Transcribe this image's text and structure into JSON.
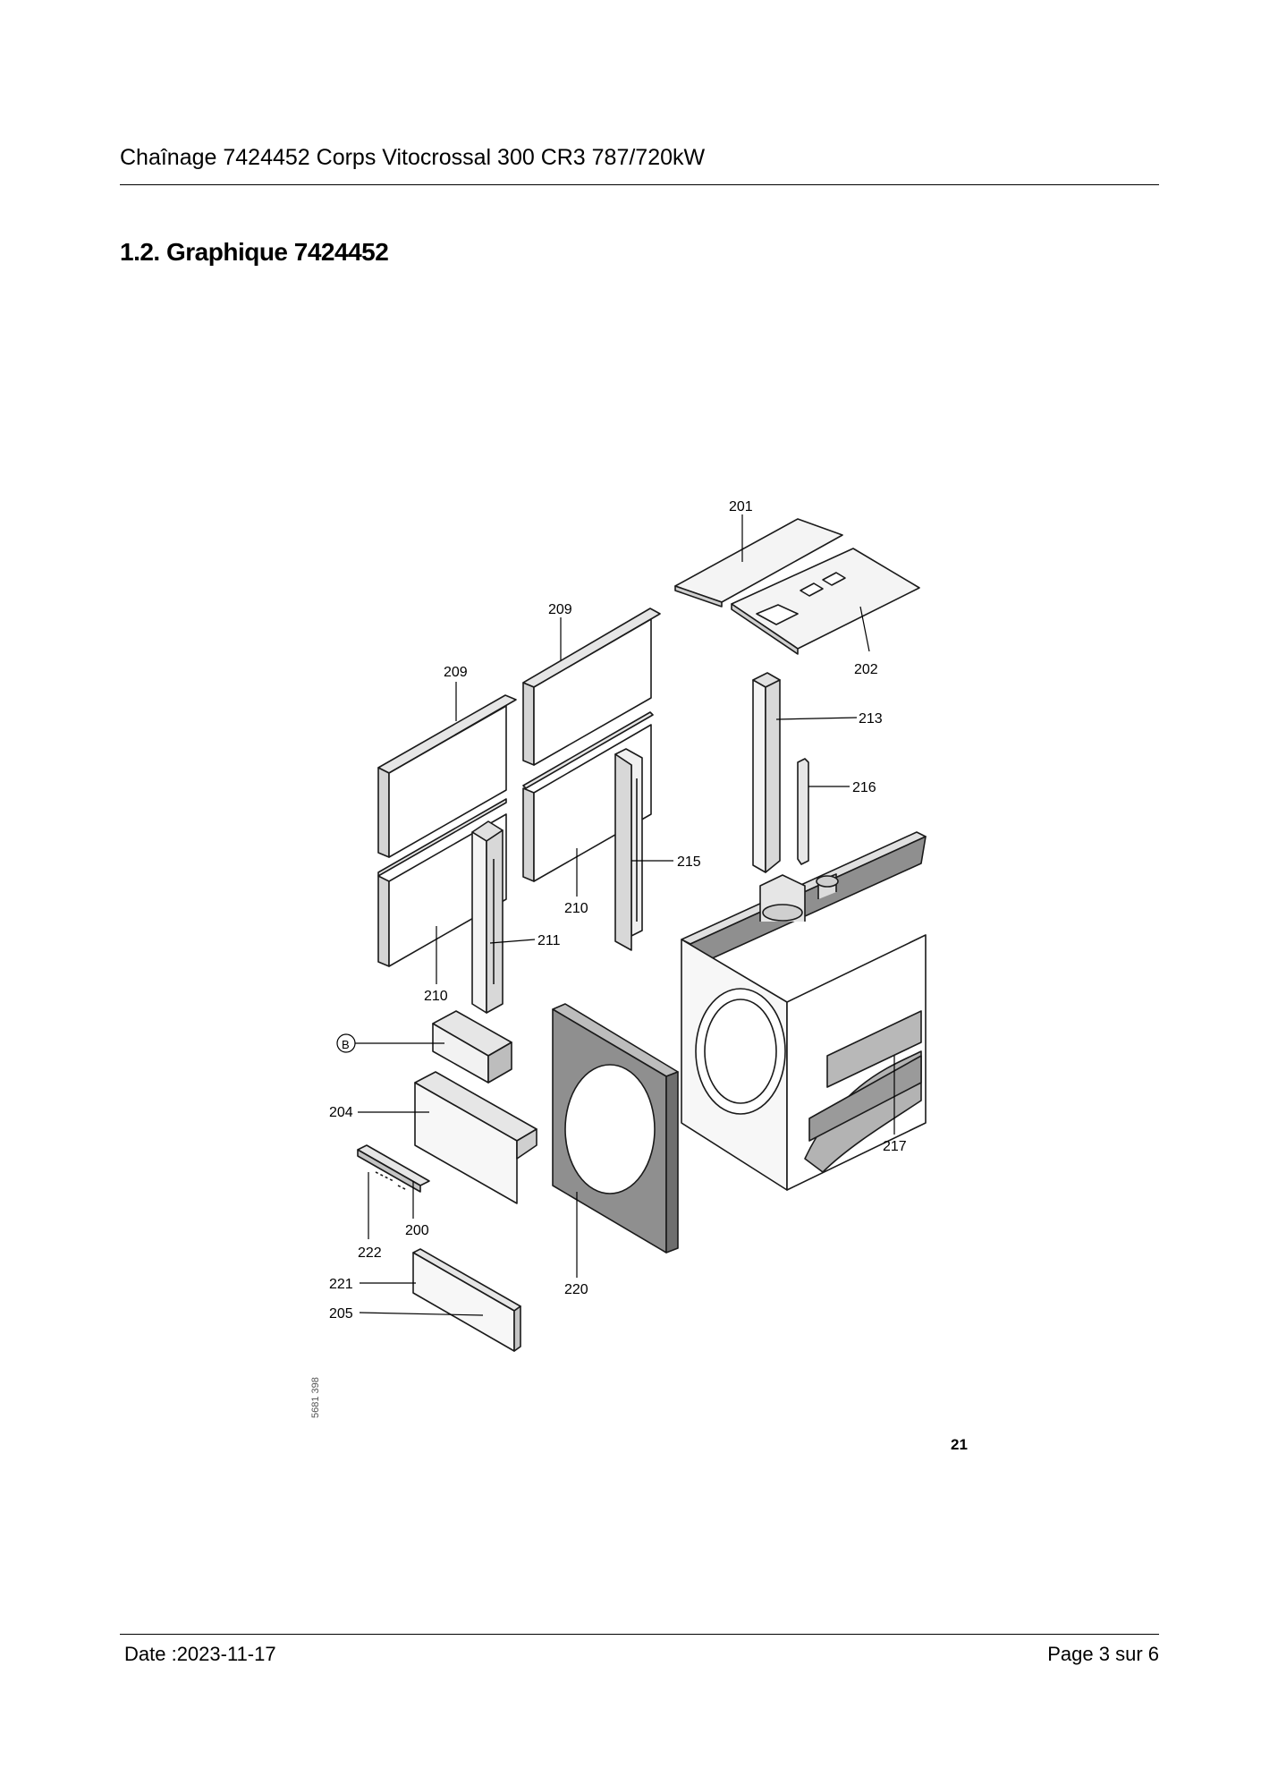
{
  "header": {
    "title": "Chaînage 7424452 Corps Vitocrossal 300 CR3 787/720kW"
  },
  "section": {
    "title": "1.2. Graphique 7424452"
  },
  "drawing": {
    "labels": {
      "p201": "201",
      "p202": "202",
      "p209a": "209",
      "p209b": "209",
      "p213": "213",
      "p216": "216",
      "p215": "215",
      "p210a": "210",
      "p210b": "210",
      "p211": "211",
      "pB": "B",
      "p204": "204",
      "p217": "217",
      "p200": "200",
      "p222": "222",
      "p221": "221",
      "p220": "220",
      "p205": "205"
    },
    "drawing_number": "5681 398",
    "figure_number": "21"
  },
  "footer": {
    "date": "Date :2023-11-17",
    "page": "Page 3 sur   6"
  },
  "colors": {
    "insulation_gray": "#8f8f8f",
    "light_gray": "#d0d0d0",
    "line": "#1a1a1a"
  }
}
